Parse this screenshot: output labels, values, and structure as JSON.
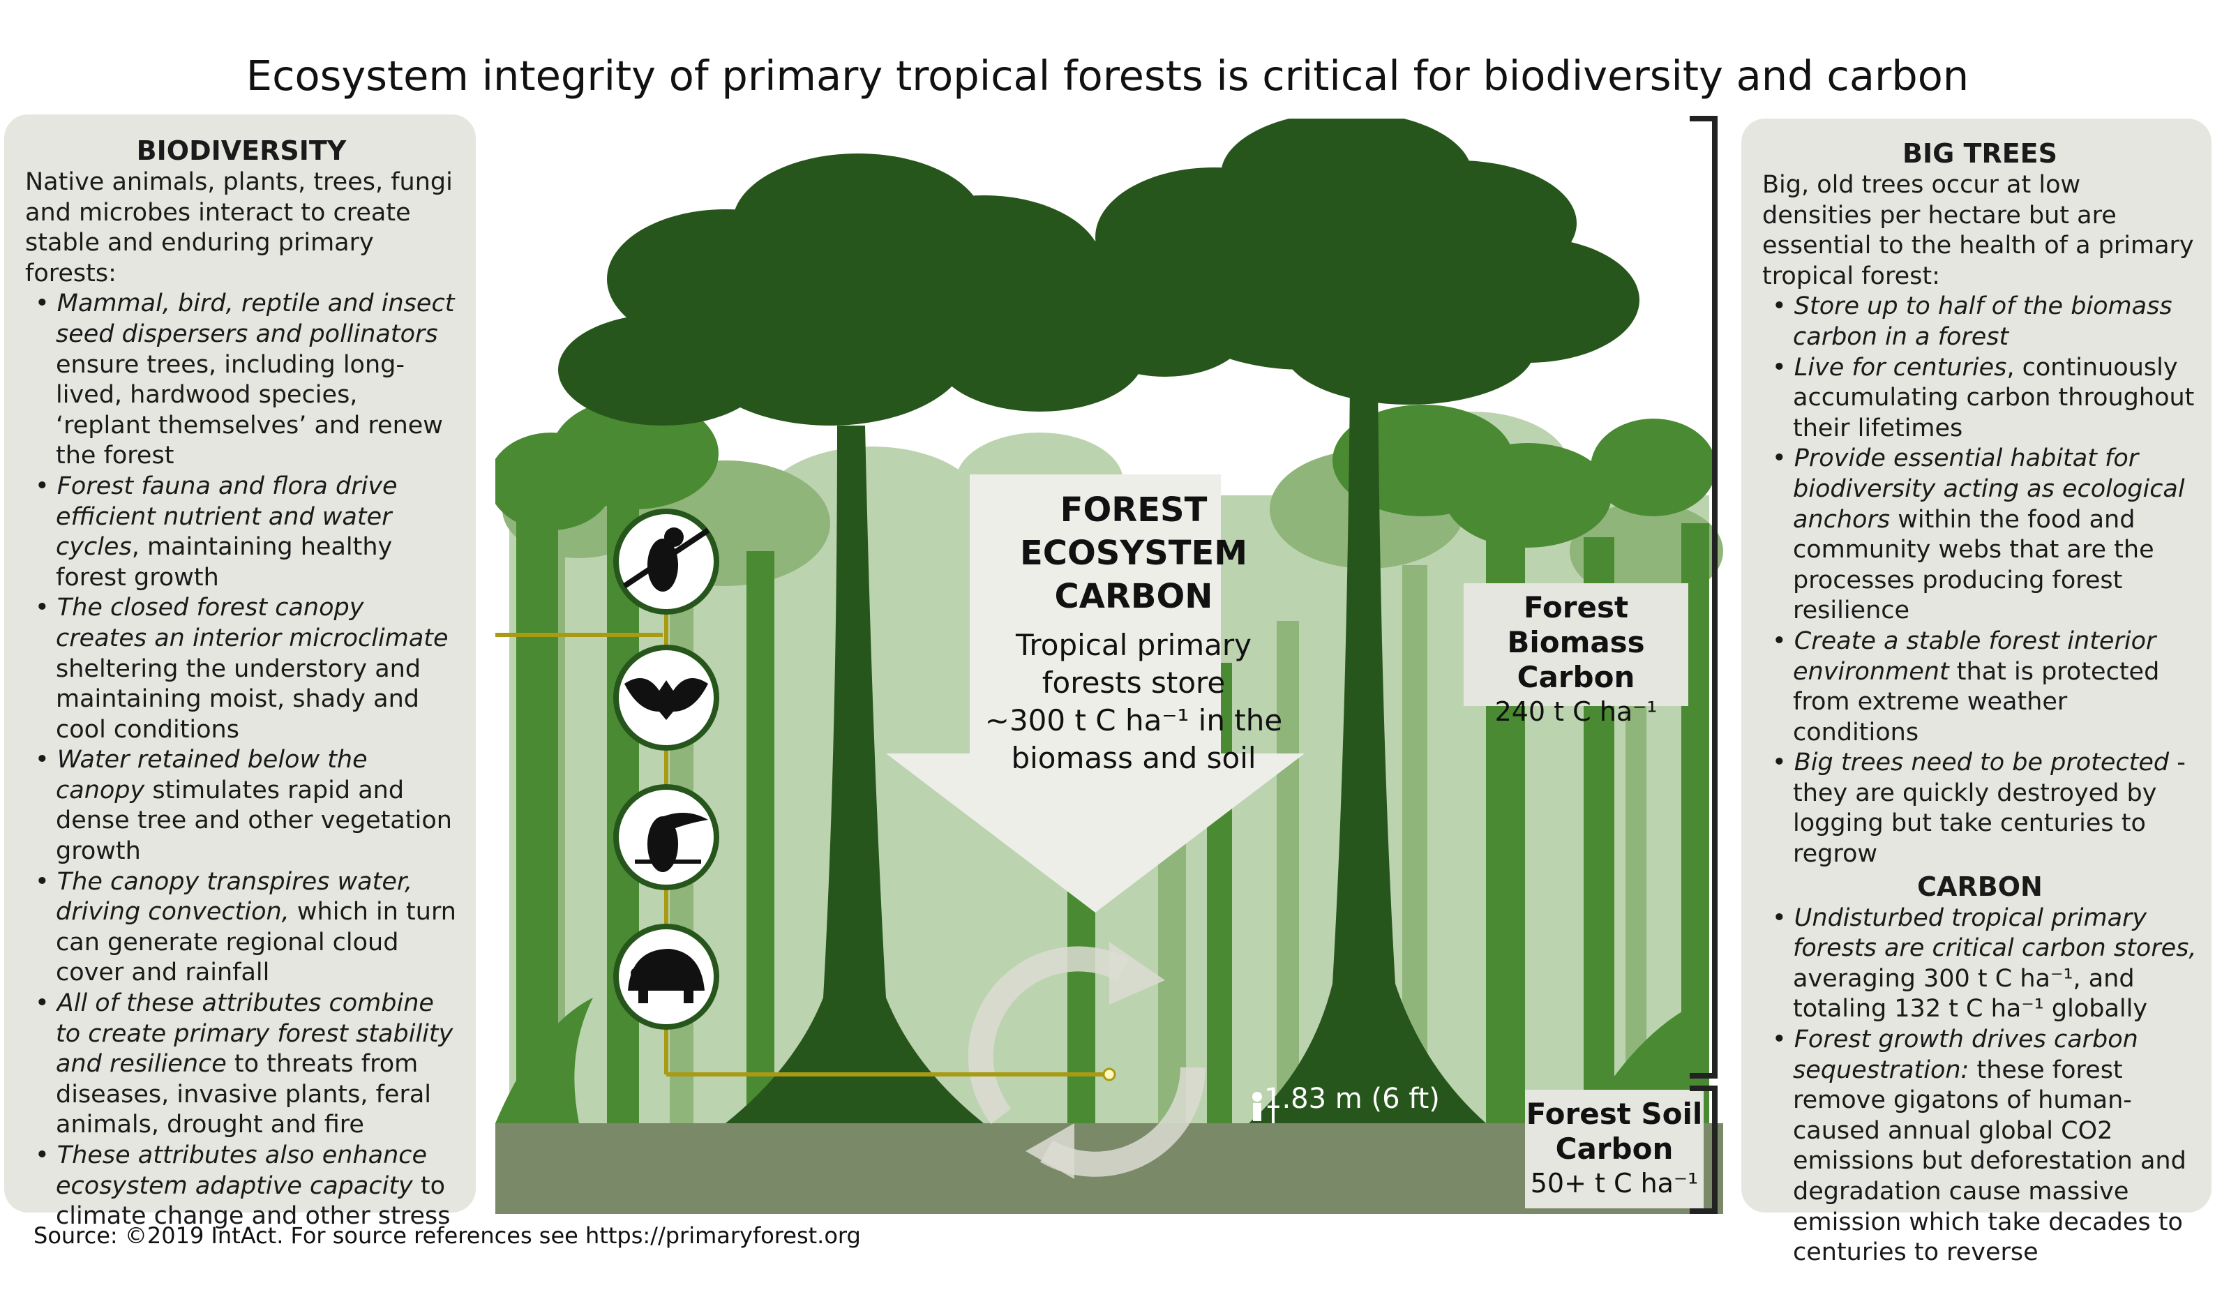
{
  "title": "Ecosystem integrity of primary tropical forests is critical for biodiversity and carbon",
  "biodiversity": {
    "heading": "BIODIVERSITY",
    "intro": "Native animals, plants, trees, fungi and microbes interact to create stable and enduring primary forests:",
    "bullets": [
      {
        "em": "Mammal, bird, reptile and insect seed dispersers and pollinators",
        "rest": " ensure trees, including long-lived, hardwood species, ‘replant themselves’ and renew the forest"
      },
      {
        "em": "Forest fauna and flora drive efficient nutrient and water cycles",
        "rest": ", maintaining healthy forest growth"
      },
      {
        "em": "The closed forest canopy creates an interior microclimate",
        "rest": " sheltering the understory and maintaining moist, shady and cool conditions"
      },
      {
        "em": "Water retained below the canopy",
        "rest": " stimulates rapid and dense tree and other vegetation growth"
      },
      {
        "em": "The canopy transpires water, driving convection,",
        "rest": " which in turn can generate regional cloud cover and rainfall"
      },
      {
        "em": "All of these attributes combine to create primary forest stability and resilience",
        "rest": " to threats from diseases, invasive plants, feral animals, drought and fire"
      },
      {
        "em": "These attributes also enhance ecosystem adaptive capacity",
        "rest": " to climate change and other stress"
      }
    ]
  },
  "big_trees": {
    "heading": "BIG TREES",
    "intro": "Big, old trees occur at low densities per hectare but are essential to the health of a primary tropical forest:",
    "bullets": [
      {
        "em": "Store up to half of the biomass carbon in a forest",
        "rest": ""
      },
      {
        "em": "Live for centuries",
        "rest": ", continuously accumulating carbon throughout their lifetimes"
      },
      {
        "em": "Provide essential habitat for biodiversity acting as ecological anchors",
        "rest": " within the food and community webs that are the processes producing forest resilience"
      },
      {
        "em": "Create a stable forest interior environment",
        "rest": " that is protected from extreme weather conditions"
      },
      {
        "em": "Big trees need to be protected",
        "rest": " - they are quickly destroyed by logging but take centuries to regrow"
      }
    ]
  },
  "carbon": {
    "heading": "CARBON",
    "bullets": [
      {
        "em": "Undisturbed tropical primary forests are critical carbon stores,",
        "rest": " averaging 300 t C ha⁻¹, and totaling 132 t C ha⁻¹ globally"
      },
      {
        "em": "Forest growth drives carbon sequestration:",
        "rest": " these forest remove gigatons of human-caused annual global CO2 emissions but deforestation and degradation cause massive emission which take decades to centuries to reverse"
      }
    ]
  },
  "center": {
    "heading_line1": "FOREST",
    "heading_line2": "ECOSYSTEM",
    "heading_line3": "CARBON",
    "text_line1": "Tropical primary",
    "text_line2": "forests store",
    "text_line3": "~300 t C ha⁻¹ in the",
    "text_line4": "biomass and soil"
  },
  "biomass_label": {
    "line1": "Forest Biomass",
    "line2": "Carbon",
    "value": "240 t C ha⁻¹"
  },
  "soil_label": {
    "line1": "Forest Soil",
    "line2": "Carbon",
    "value": "50+ t C ha⁻¹"
  },
  "human_scale": "1.83 m (6 ft)",
  "source": "Source: ©2019 IntAct. For source references see https://primaryforest.org",
  "animal_icons": [
    "sloth-icon",
    "bat-icon",
    "toucan-icon",
    "tortoise-icon"
  ],
  "colors": {
    "panel": "#e6e6e0",
    "dark_tree": "#27561c",
    "mid_tree": "#4a8a32",
    "light_tree": "#8fb57a",
    "pale_tree": "#bcd3b0",
    "ground": "#7a8a68",
    "connector": "#a99a14",
    "arrow": "#eeeee8"
  }
}
